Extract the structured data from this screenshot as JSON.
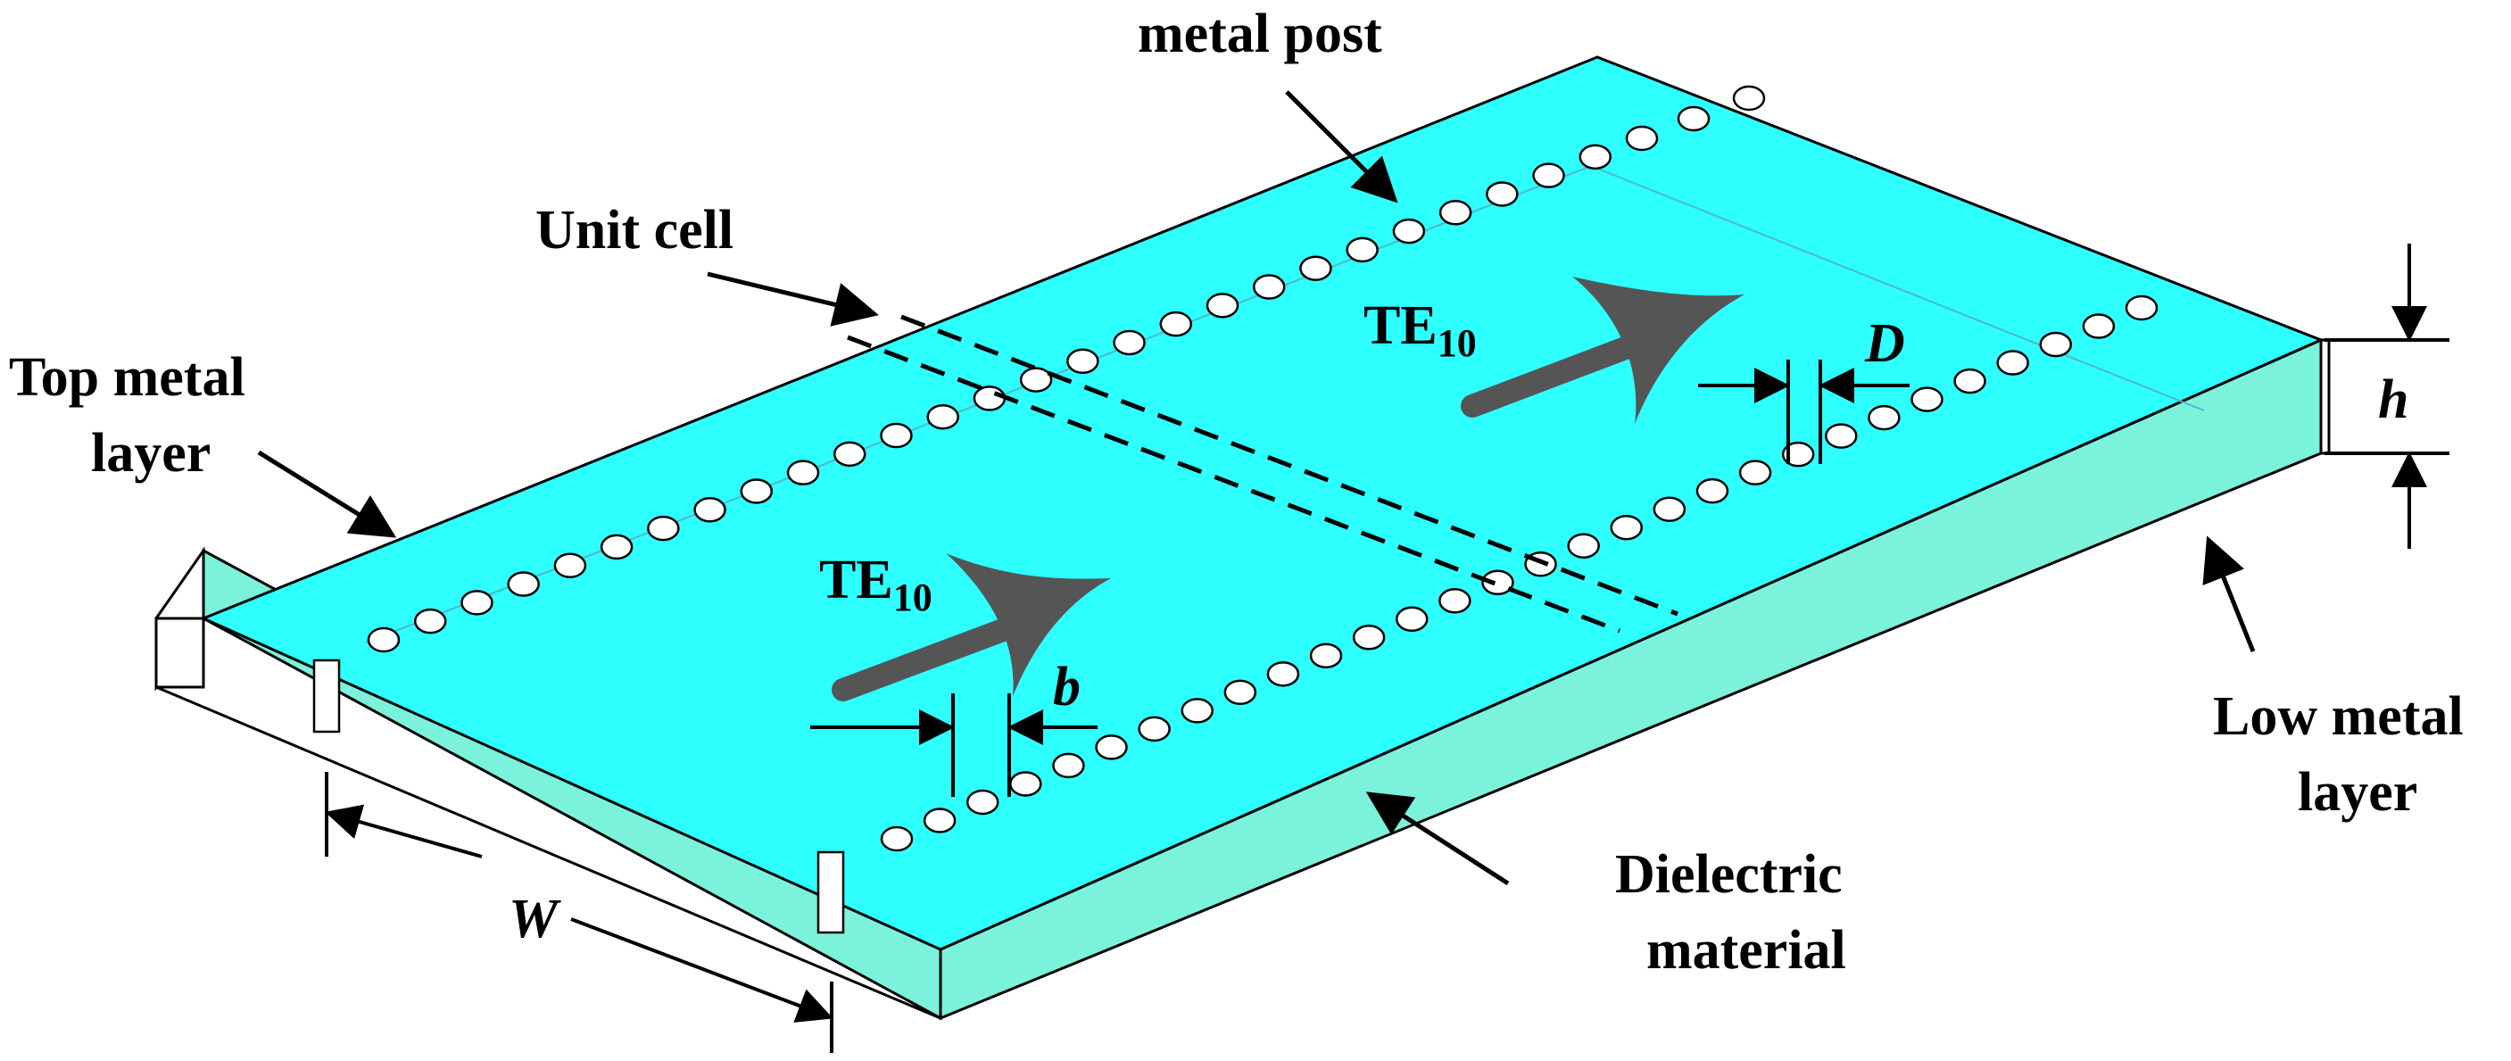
{
  "labels": {
    "metal_post": "metal post",
    "unit_cell": "Unit cell",
    "top_metal_line1": "Top metal",
    "top_metal_line2": "layer",
    "te10": "TE",
    "te10_sub": "10",
    "dim_D": "D",
    "dim_b": "b",
    "dim_h": "h",
    "dim_W": "W",
    "low_metal_line1": "Low metal",
    "low_metal_line2": "layer",
    "dielectric_line1": "Dielectric",
    "dielectric_line2": "material"
  },
  "colors": {
    "top_surface": "#2effff",
    "front_face": "#7af2dc",
    "right_face": "#7af2dc",
    "mode_arrow": "#555555"
  }
}
